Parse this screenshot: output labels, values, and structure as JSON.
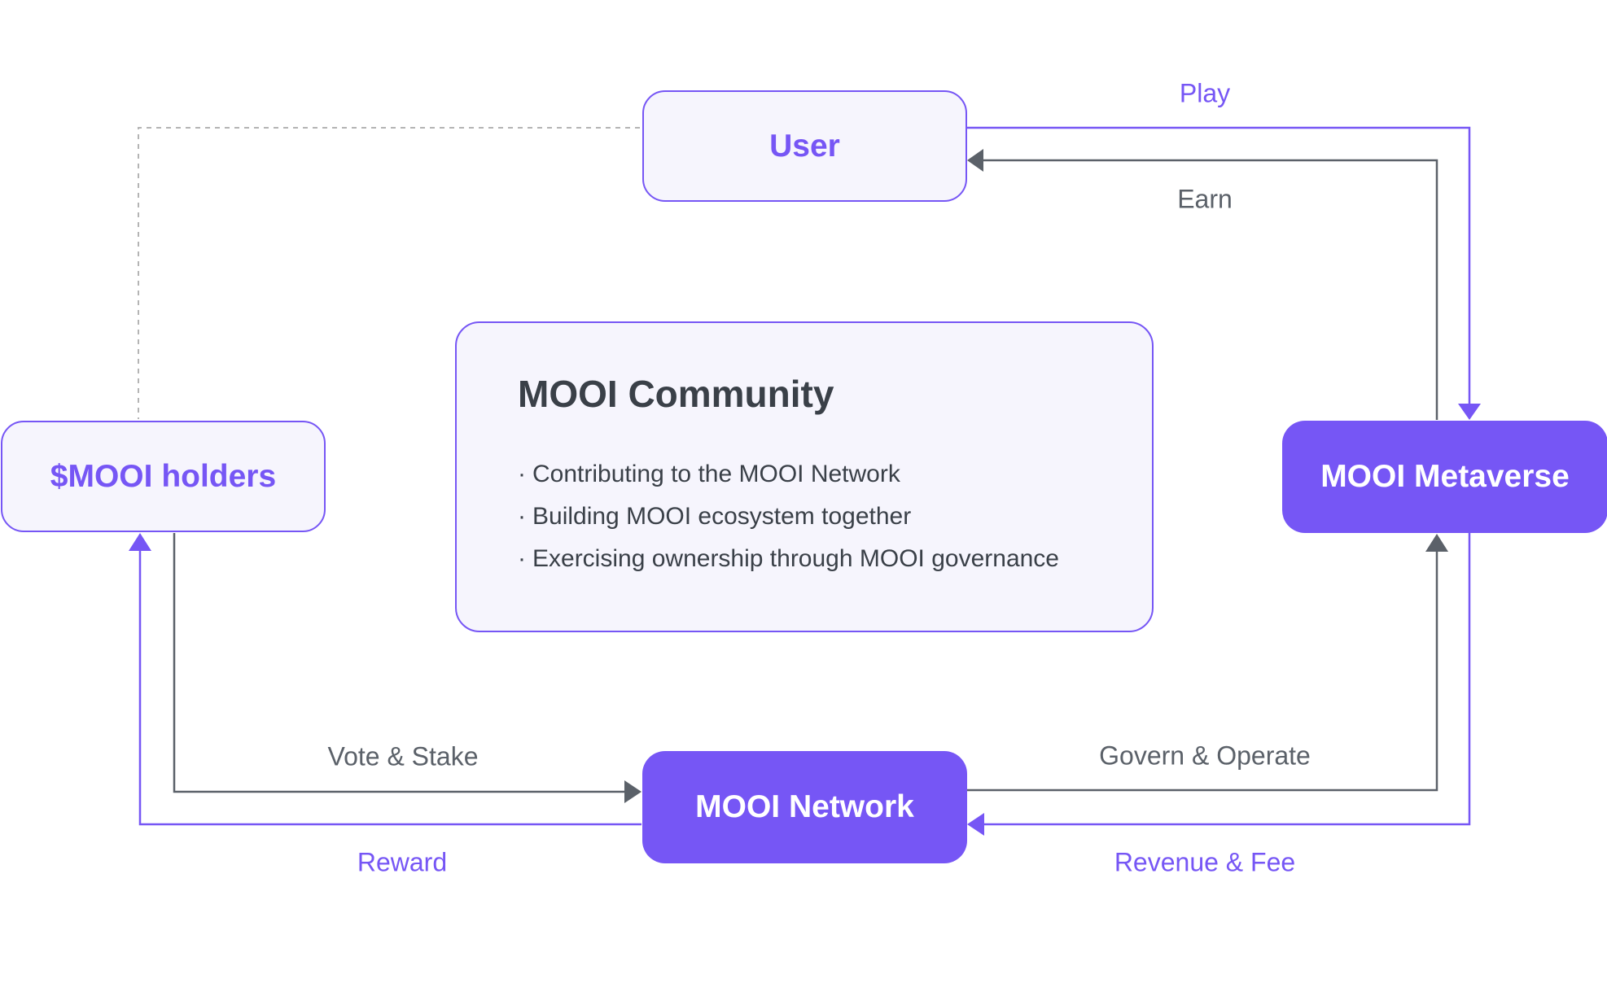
{
  "nodes": {
    "user": "User",
    "holders": "$MOOI holders",
    "metaverse": "MOOI Metaverse",
    "network": "MOOI Network"
  },
  "community": {
    "title": "MOOI Community",
    "bullet_glyph": "·",
    "items": [
      "Contributing to the MOOI Network",
      "Building MOOI ecosystem together",
      "Exercising ownership through MOOI governance"
    ]
  },
  "edges": {
    "play": "Play",
    "earn": "Earn",
    "vote_stake": "Vote & Stake",
    "reward": "Reward",
    "govern_operate": "Govern & Operate",
    "revenue_fee": "Revenue & Fee"
  },
  "colors": {
    "accent": "#7656f5",
    "light_fill": "#f6f5fd",
    "gray_line": "#5b6169",
    "dashed_line": "#b4b4b4",
    "dark_text": "#3a4048"
  }
}
